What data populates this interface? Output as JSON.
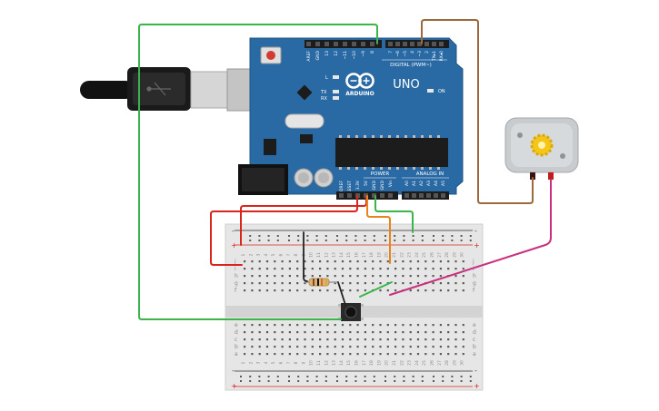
{
  "arduino": {
    "brand": "ARDUINO",
    "model": "UNO",
    "on_label": "ON",
    "l_label": "L",
    "tx_label": "TX",
    "rx_label": "RX",
    "header_digital": "DIGITAL (PWM~)",
    "header_power": "POWER",
    "header_analog": "ANALOG IN",
    "left_top_labels": [
      "AREF",
      "GND",
      "13",
      "12",
      "~11",
      "~10",
      "~9",
      "8"
    ],
    "right_top_labels": [
      "7",
      "~6",
      "~5",
      "4",
      "~3",
      "2",
      "TX▸1",
      "RX◂0"
    ],
    "power_labels": [
      "IOREF",
      "RESET",
      "3.3V",
      "5V",
      "GND",
      "GND",
      "Vin"
    ],
    "analog_labels": [
      "A0",
      "A1",
      "A2",
      "A3",
      "A4",
      "A5"
    ]
  },
  "breadboard": {
    "row_letters_top": [
      "j",
      "i",
      "h",
      "g",
      "f"
    ],
    "row_letters_bottom": [
      "e",
      "d",
      "c",
      "b",
      "a"
    ],
    "column_numbers": [
      "1",
      "2",
      "3",
      "4",
      "5",
      "6",
      "7",
      "8",
      "9",
      "10",
      "11",
      "12",
      "13",
      "14",
      "15",
      "16",
      "17",
      "18",
      "19",
      "20",
      "21",
      "22",
      "23",
      "24",
      "25",
      "26",
      "27",
      "28",
      "29",
      "30"
    ],
    "rail_plus": "+",
    "rail_minus": "-"
  },
  "colors": {
    "board": "#2a6aa4",
    "wire_green": "#3ab54a",
    "wire_brown": "#9b6a3c",
    "wire_red": "#d9251d",
    "wire_orange": "#e6851c",
    "wire_magenta": "#c7317e",
    "wire_black": "#222222",
    "motor_body": "#c9cccf",
    "motor_gear": "#f5c518"
  }
}
